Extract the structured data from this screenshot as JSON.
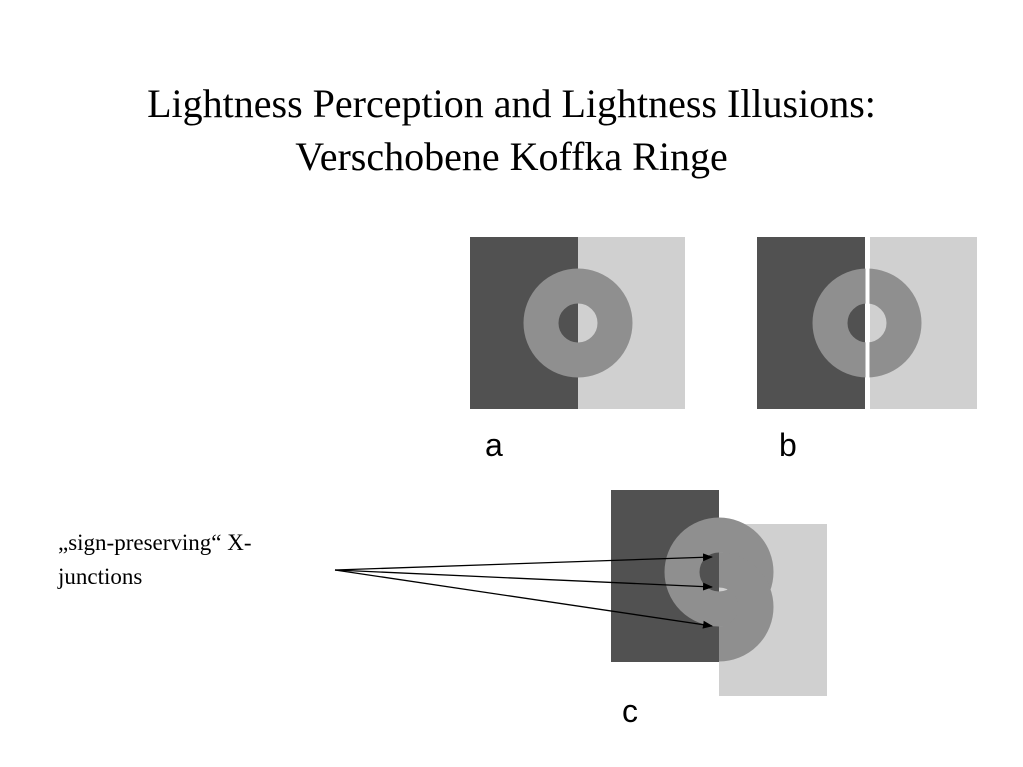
{
  "slide": {
    "title_line_1": "Lightness Perception and Lightness Illusions:",
    "title_line_2": "Verschobene Koffka Ringe",
    "annotation": "„sign-preserving“ X-\njunctions",
    "panels": [
      {
        "id": "a",
        "label": "a"
      },
      {
        "id": "b",
        "label": "b"
      },
      {
        "id": "c",
        "label": "c"
      }
    ]
  },
  "colors": {
    "background": "#ffffff",
    "dark_field": "#515151",
    "light_field": "#d0d0d0",
    "ring_gray": "#8f8f8f",
    "text": "#000000",
    "arrow": "#000000"
  }
}
